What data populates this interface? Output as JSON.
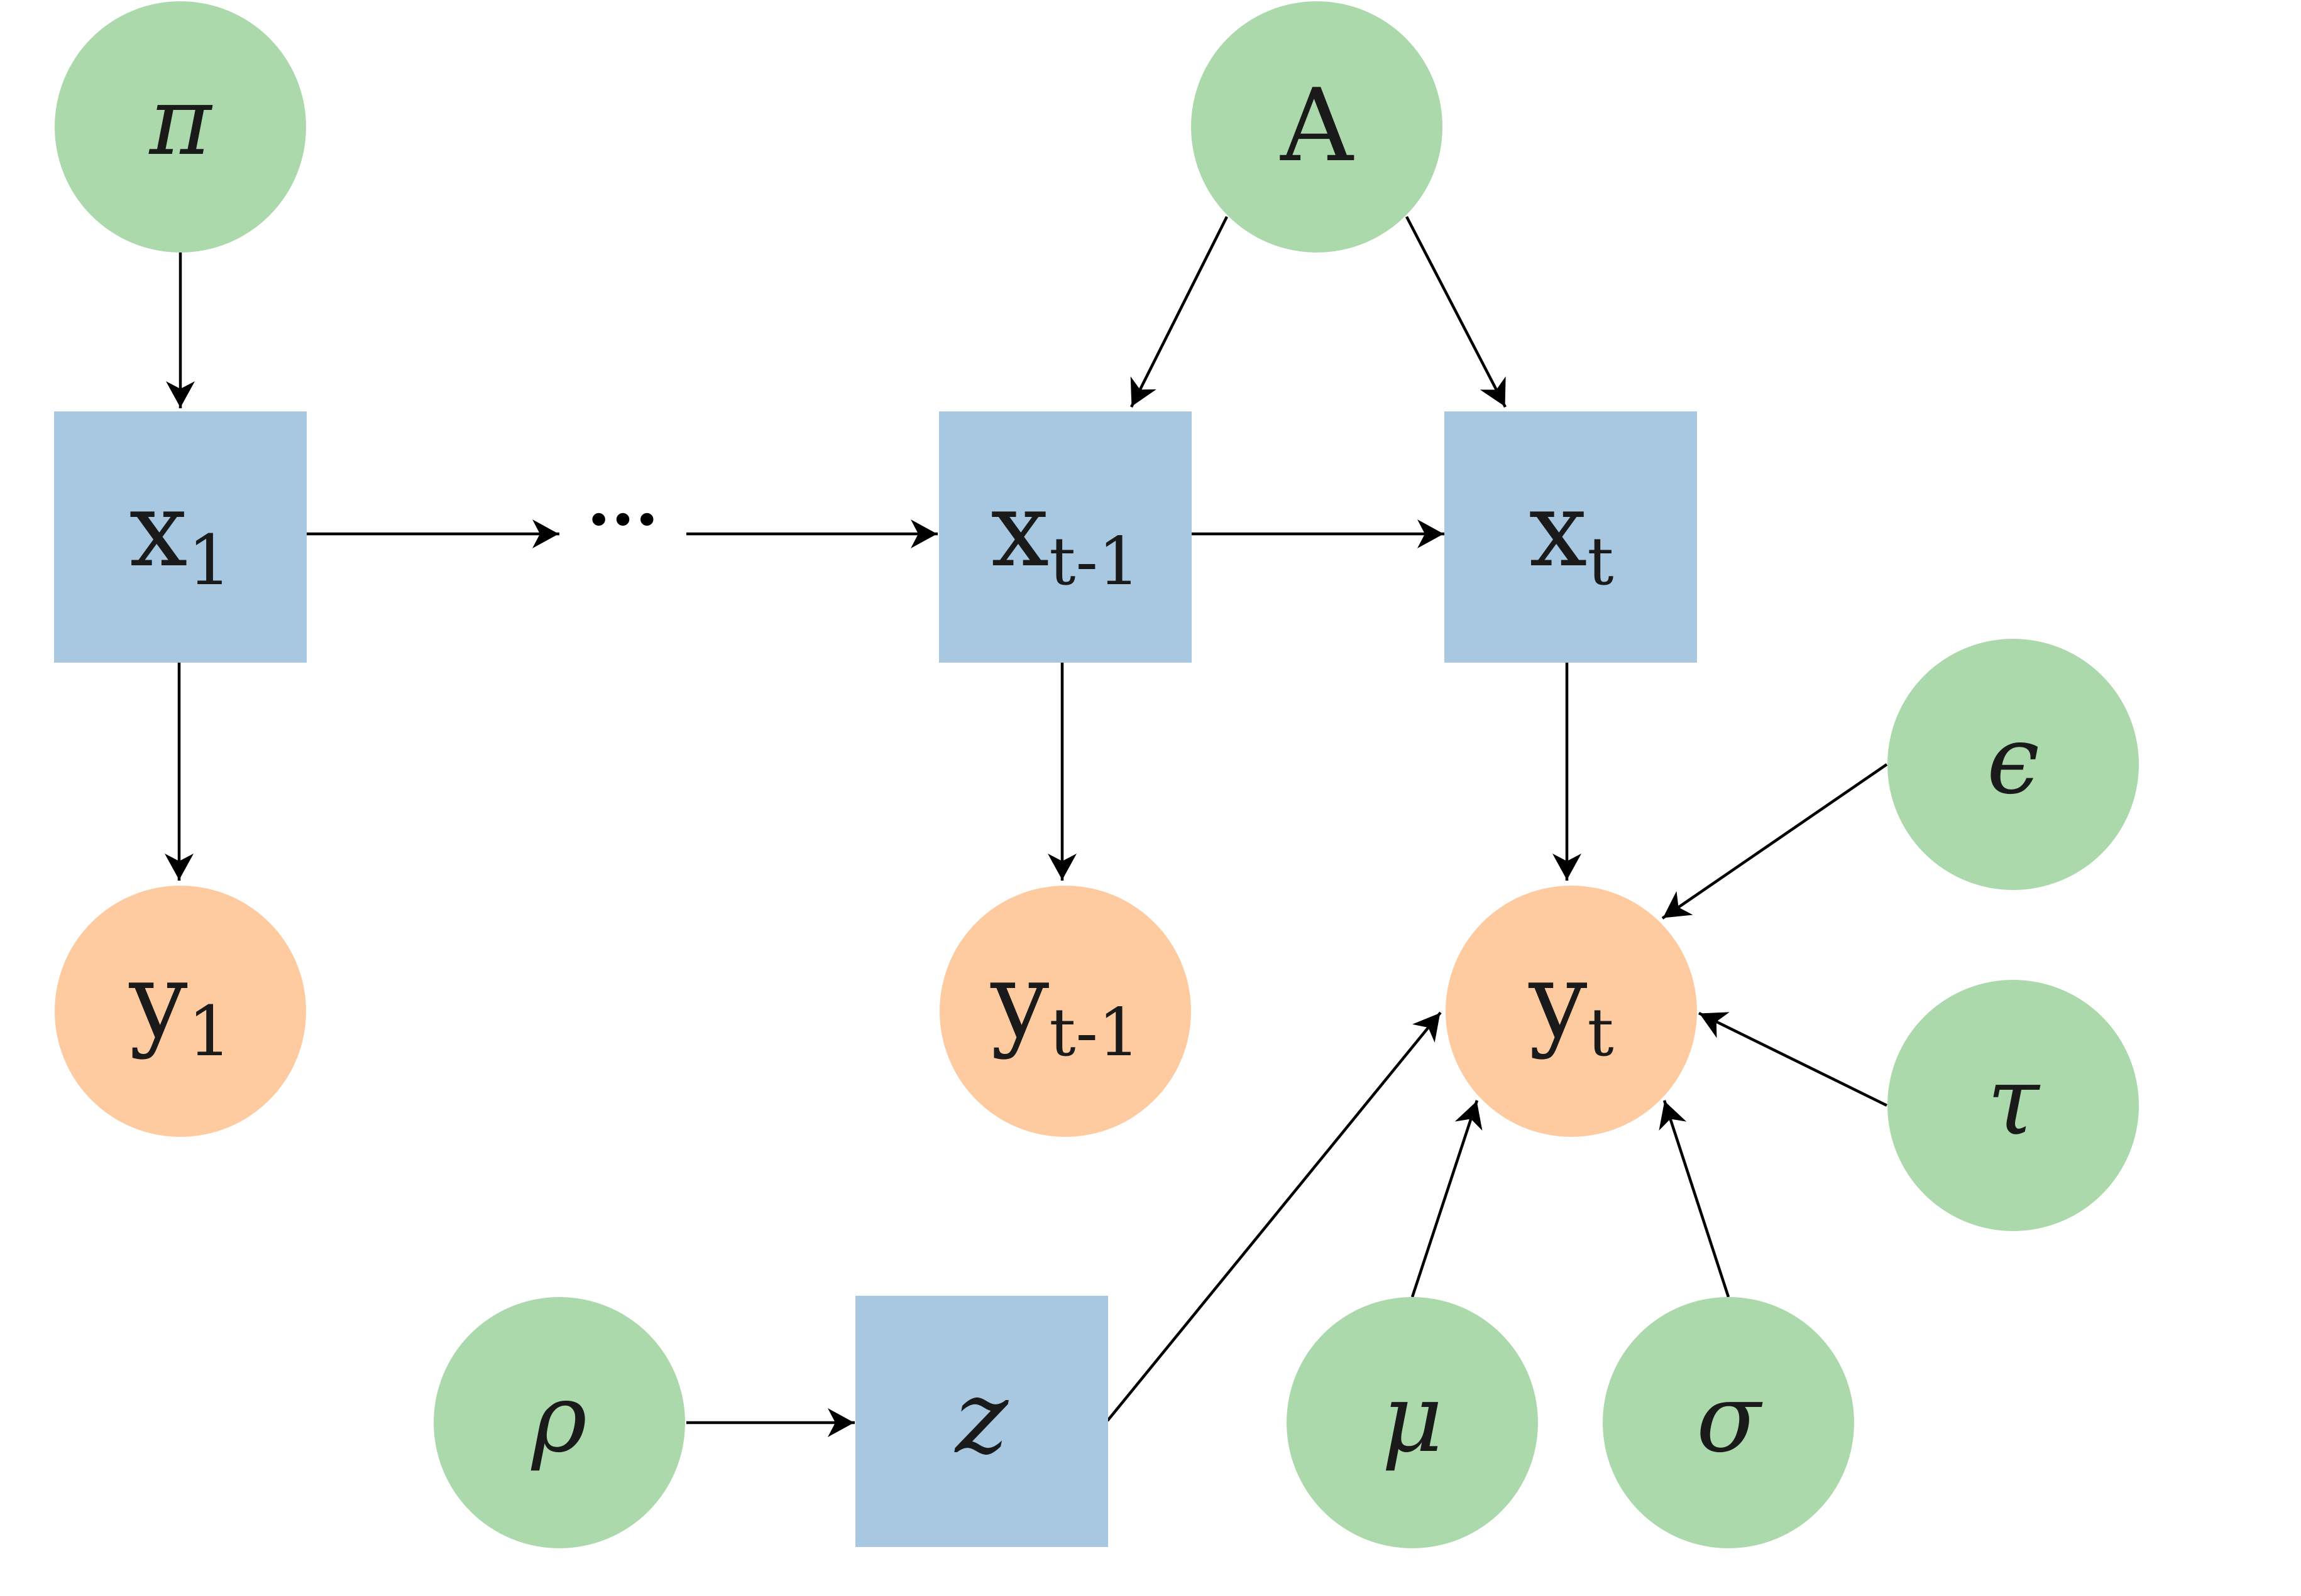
{
  "colors": {
    "parameter": "#acd9ac",
    "hidden_state": "#a7c8e0",
    "observation": "#fdcb9f",
    "edge": "#000000"
  },
  "nodes": {
    "pi": {
      "label": "π"
    },
    "A": {
      "label": "A"
    },
    "x1": {
      "base": "x",
      "sub": "1"
    },
    "xt1": {
      "base": "x",
      "sub": "t-1"
    },
    "xt": {
      "base": "x",
      "sub": "t"
    },
    "y1": {
      "base": "y",
      "sub": "1"
    },
    "yt1": {
      "base": "y",
      "sub": "t-1"
    },
    "yt": {
      "base": "y",
      "sub": "t"
    },
    "eps": {
      "label": "ϵ"
    },
    "tau": {
      "label": "τ"
    },
    "rho": {
      "label": "ρ"
    },
    "z": {
      "label": "z"
    },
    "mu": {
      "label": "μ"
    },
    "sigma": {
      "label": "σ"
    }
  },
  "ellipsis": "···"
}
